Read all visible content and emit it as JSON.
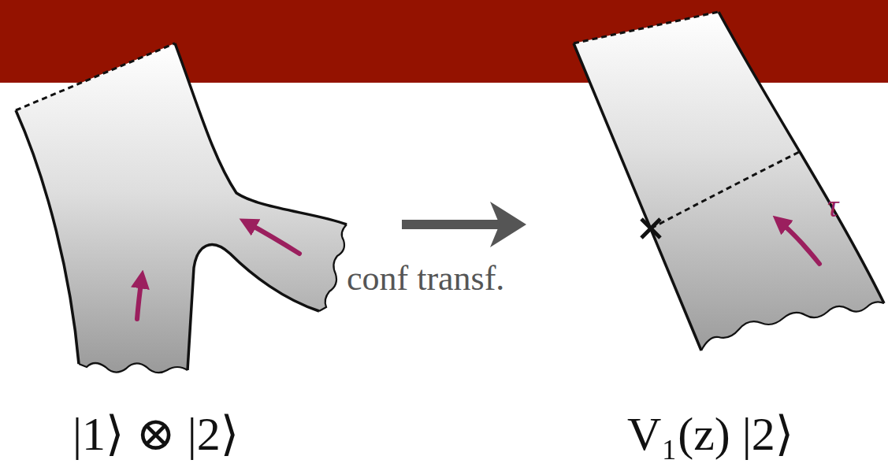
{
  "diagram": {
    "labels": [
      "conf transf.",
      "|1⟩ ⊗ |2⟩",
      "V₁(z) |2⟩",
      "τ"
    ]
  }
}
